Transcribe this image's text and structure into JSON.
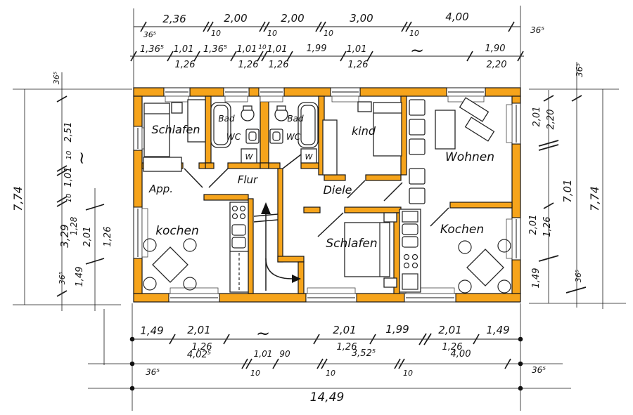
{
  "colors": {
    "wall_fill": "#F6A41B",
    "line": "#1A1A1A",
    "background": "#FFFFFF"
  },
  "rooms": {
    "schlafen_left": "Schlafen",
    "bad_left": "Bad",
    "wc_left": "WC",
    "wm_left": "W",
    "bad_right": "Bad",
    "wc_right": "WC",
    "wm_right": "W",
    "kind": "kind",
    "wohnen": "Wohnen",
    "flur": "Flur",
    "app": "App.",
    "diele": "Diele",
    "kochen_left": "kochen",
    "schlafen_bottom": "Schlafen",
    "kochen_right": "Kochen"
  },
  "t1": {
    "seg1": "2,36",
    "seg2": "2,00",
    "seg3": "2,00",
    "seg4": "3,00",
    "seg5": "4,00",
    "s_start": "36⁵",
    "s1": "10",
    "s2": "10",
    "s3": "10",
    "s4": "10",
    "s_end": "36⁵"
  },
  "t2": {
    "a": "1,36⁵",
    "b": "1,01",
    "b_sub": "1,26",
    "c": "1,36⁵",
    "d": "1,01",
    "d_sub": "1,26",
    "mid": "10",
    "e": "1,01",
    "e_sub": "1,26",
    "f": "1,99",
    "g": "1,01",
    "g_sub": "1,26",
    "squiggle": "~",
    "h": "1,90",
    "h_sub": "2,20"
  },
  "L": {
    "total": "7,74",
    "s_top": "36⁵",
    "a": "2,51",
    "s1": "10",
    "b": "1,01",
    "s2": "10",
    "squiggle": "~",
    "c": "3,29",
    "s_bottom": "36⁵",
    "inner_a": "1,28",
    "inner_b": "2,01",
    "inner_b_sub": "1,26",
    "inner_c": "1,49"
  },
  "R": {
    "total": "7,74",
    "mid_total": "7,01",
    "s_top": "36⁵",
    "a": "2,01",
    "a_sub": "2,20",
    "b": "2,01",
    "b_sub": "1,26",
    "c": "1,49",
    "s_bottom": "36⁵"
  },
  "b1": {
    "a": "1,49",
    "b": "2,01",
    "b_sub": "1,26",
    "squiggle": "~",
    "c": "2,01",
    "c_sub": "1,26",
    "d": "1,99",
    "e": "2,01",
    "e_sub": "1,26",
    "f": "1,49"
  },
  "b2": {
    "s_start": "36⁵",
    "a": "4,02⁵",
    "s1": "10",
    "b": "1,01",
    "c": "90",
    "s2": "10",
    "d": "3,52⁵",
    "s3": "10",
    "e": "4,00",
    "s_end": "36⁵"
  },
  "b3": {
    "total": "14,49"
  }
}
